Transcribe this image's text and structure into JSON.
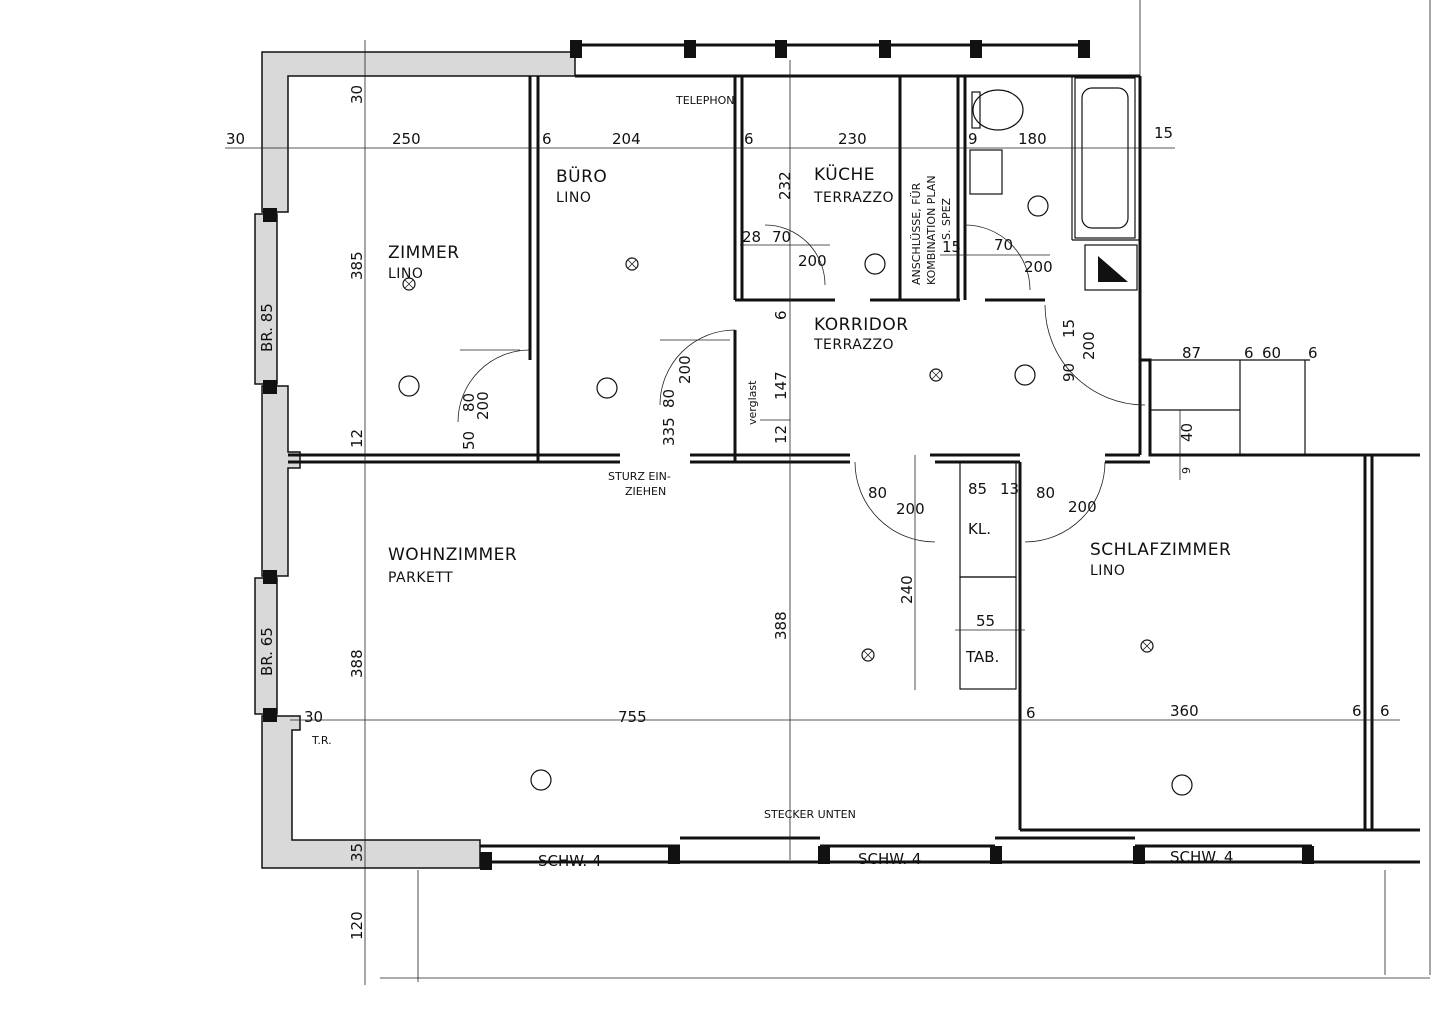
{
  "rooms": {
    "zimmer": {
      "name": "ZIMMER",
      "floor": "LINO"
    },
    "buero": {
      "name": "BÜRO",
      "floor": "LINO"
    },
    "kueche": {
      "name": "KÜCHE",
      "floor": "TERRAZZO"
    },
    "korridor": {
      "name": "KORRIDOR",
      "floor": "TERRAZZO"
    },
    "wohnzimmer": {
      "name": "WOHNZIMMER",
      "floor": "PARKETT"
    },
    "schlafzimmer": {
      "name": "SCHLAFZIMMER",
      "floor": "LINO"
    }
  },
  "notes": {
    "telephon": "TELEPHON",
    "sturz_1": "STURZ EIN-",
    "sturz_2": "ZIEHEN",
    "stecker": "STECKER UNTEN",
    "verglast": "verglast",
    "tr": "T.R.",
    "kl": "KL.",
    "tab": "TAB.",
    "anschl_1": "ANSCHLÜSSE, FÜR",
    "anschl_2": "KOMBINATION PLAN",
    "anschl_3": "S. SPEZ",
    "br85": "BR. 85",
    "br65": "BR. 65",
    "schw1": "SCHW. 4",
    "schw2": "SCHW. 4",
    "schw3": "SCHW. 4"
  },
  "dims": {
    "d30a": "30",
    "d250": "250",
    "d6a": "6",
    "d204": "204",
    "d6b": "6",
    "d230": "230",
    "d9": "9",
    "d180": "180",
    "d15a": "15",
    "d30b": "30",
    "d385": "385",
    "d232": "232",
    "d28": "28",
    "d70a": "70",
    "d200a": "200",
    "d15b": "15",
    "d70b": "70",
    "d200b": "200",
    "d6c": "6",
    "d80a": "80",
    "d200c": "200",
    "d50": "50",
    "d80b": "80",
    "d200d": "200",
    "d335": "335",
    "d147": "147",
    "d12a": "12",
    "d12b": "12",
    "d90": "90",
    "d15c": "15",
    "d200e": "200",
    "d87": "87",
    "d6d": "6",
    "d60": "60",
    "d6e": "6",
    "d40": "40",
    "d80c": "80",
    "d200f": "200",
    "d85": "85",
    "d13": "13",
    "d80d": "80",
    "d200g": "200",
    "d240": "240",
    "d55": "55",
    "d388a": "388",
    "d388b": "388",
    "d30c": "30",
    "d755": "755",
    "d6f": "6",
    "d360": "360",
    "d6g": "6",
    "d6h": "6",
    "d35": "35",
    "d120": "120",
    "d9b": "9"
  },
  "colors": {
    "ink": "#111111",
    "paper": "#ffffff",
    "wall_fill": "#d9d9d9"
  }
}
